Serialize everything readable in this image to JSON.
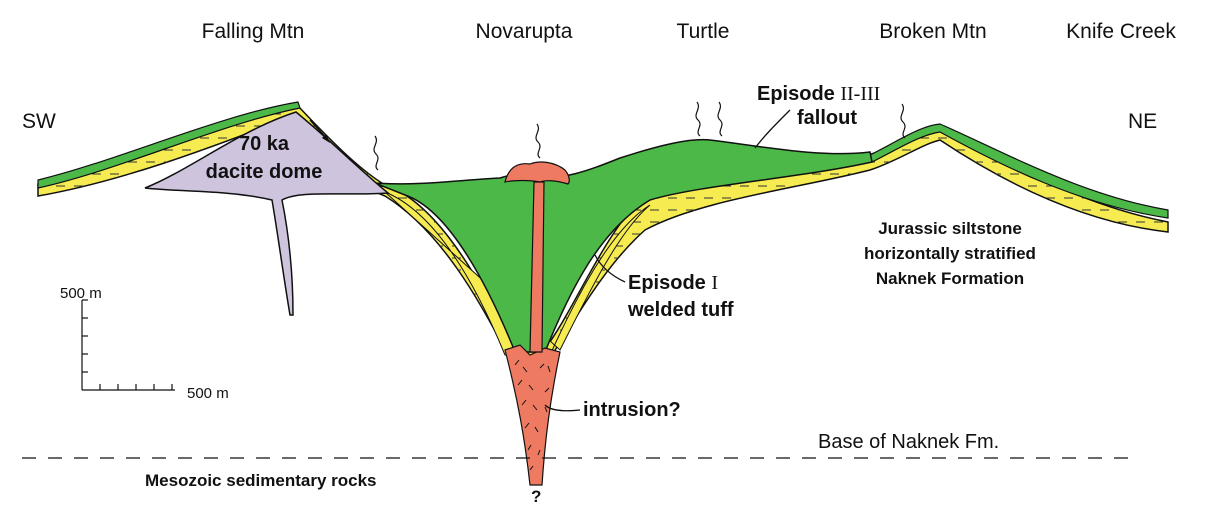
{
  "places": {
    "falling": "Falling Mtn",
    "novarupta": "Novarupta",
    "turtle": "Turtle",
    "broken": "Broken Mtn",
    "knife": "Knife Creek"
  },
  "directions": {
    "sw": "SW",
    "ne": "NE"
  },
  "labels": {
    "dome_line1": "70 ka",
    "dome_line2": "dacite dome",
    "ep23_prefix": "Episode ",
    "ep23_roman": "II-III",
    "ep23_line2": "fallout",
    "ep1_prefix": "Episode ",
    "ep1_roman": "I",
    "ep1_line2": "welded tuff",
    "jurassic_line1": "Jurassic siltstone",
    "jurassic_line2": "horizontally stratified",
    "jurassic_line3": "Naknek Formation",
    "intrusion": "intrusion?",
    "base": "Base of Naknek Fm.",
    "mesozoic": "Mesozoic sedimentary rocks",
    "question": "?"
  },
  "scale": {
    "vertical": "500 m",
    "horizontal": "500 m"
  },
  "colors": {
    "ignimbrite": "#4cb848",
    "fallout": "#4cb848",
    "dacite_dome": "#cfc4de",
    "intrusion": "#ee7a62",
    "siltstone": "#f6ec52",
    "outline": "#111111"
  }
}
